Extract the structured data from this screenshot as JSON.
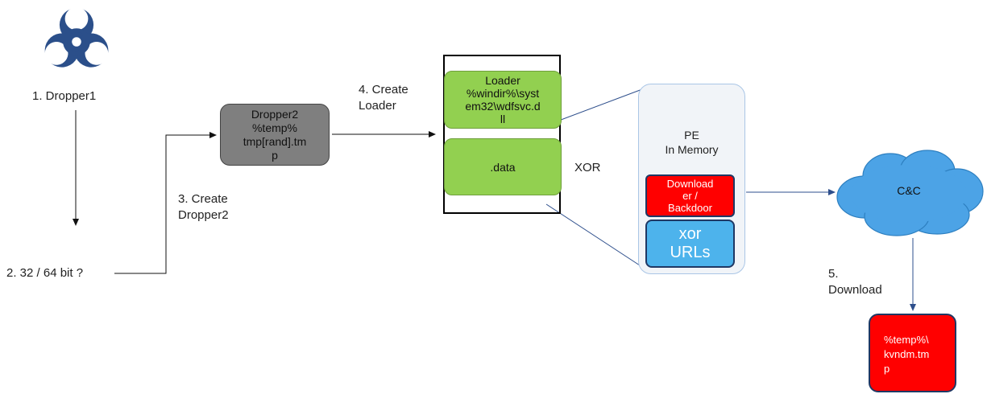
{
  "dropper1": {
    "label": "1. Dropper1",
    "icon": "biohazard-icon"
  },
  "arch_check": {
    "label": "2. 32 / 64 bit ?"
  },
  "step3": {
    "line1": "3. Create",
    "line2": "Dropper2"
  },
  "dropper2": {
    "lines": [
      "Dropper2",
      "%temp%",
      "tmp[rand].tm",
      "p"
    ]
  },
  "step4": {
    "line1": "4. Create",
    "line2": "Loader"
  },
  "loader": {
    "lines": [
      "Loader",
      "%windir%\\syst",
      "em32\\wdfsvc.d",
      "ll"
    ]
  },
  "data_section": {
    "label": ".data"
  },
  "xor_label": "XOR",
  "pe_memory": {
    "line1": "PE",
    "line2": "In Memory"
  },
  "downloader": {
    "lines": [
      "Download",
      "er /",
      "Backdoor"
    ]
  },
  "xor_urls": {
    "line1": "xor",
    "line2": "URLs"
  },
  "cnc": {
    "label": "C&C"
  },
  "step5": {
    "line1": "5.",
    "line2": "Download"
  },
  "payload": {
    "lines": [
      "%temp%\\",
      "kvndm.tm",
      "p"
    ]
  },
  "colors": {
    "green": "#92d050",
    "red": "#ff0000",
    "blue": "#4db3ec",
    "cloud": "#4ca3e6",
    "gray": "#7f7f7f",
    "biohazard": "#2b4f8a",
    "line": "#2e4f8c"
  }
}
